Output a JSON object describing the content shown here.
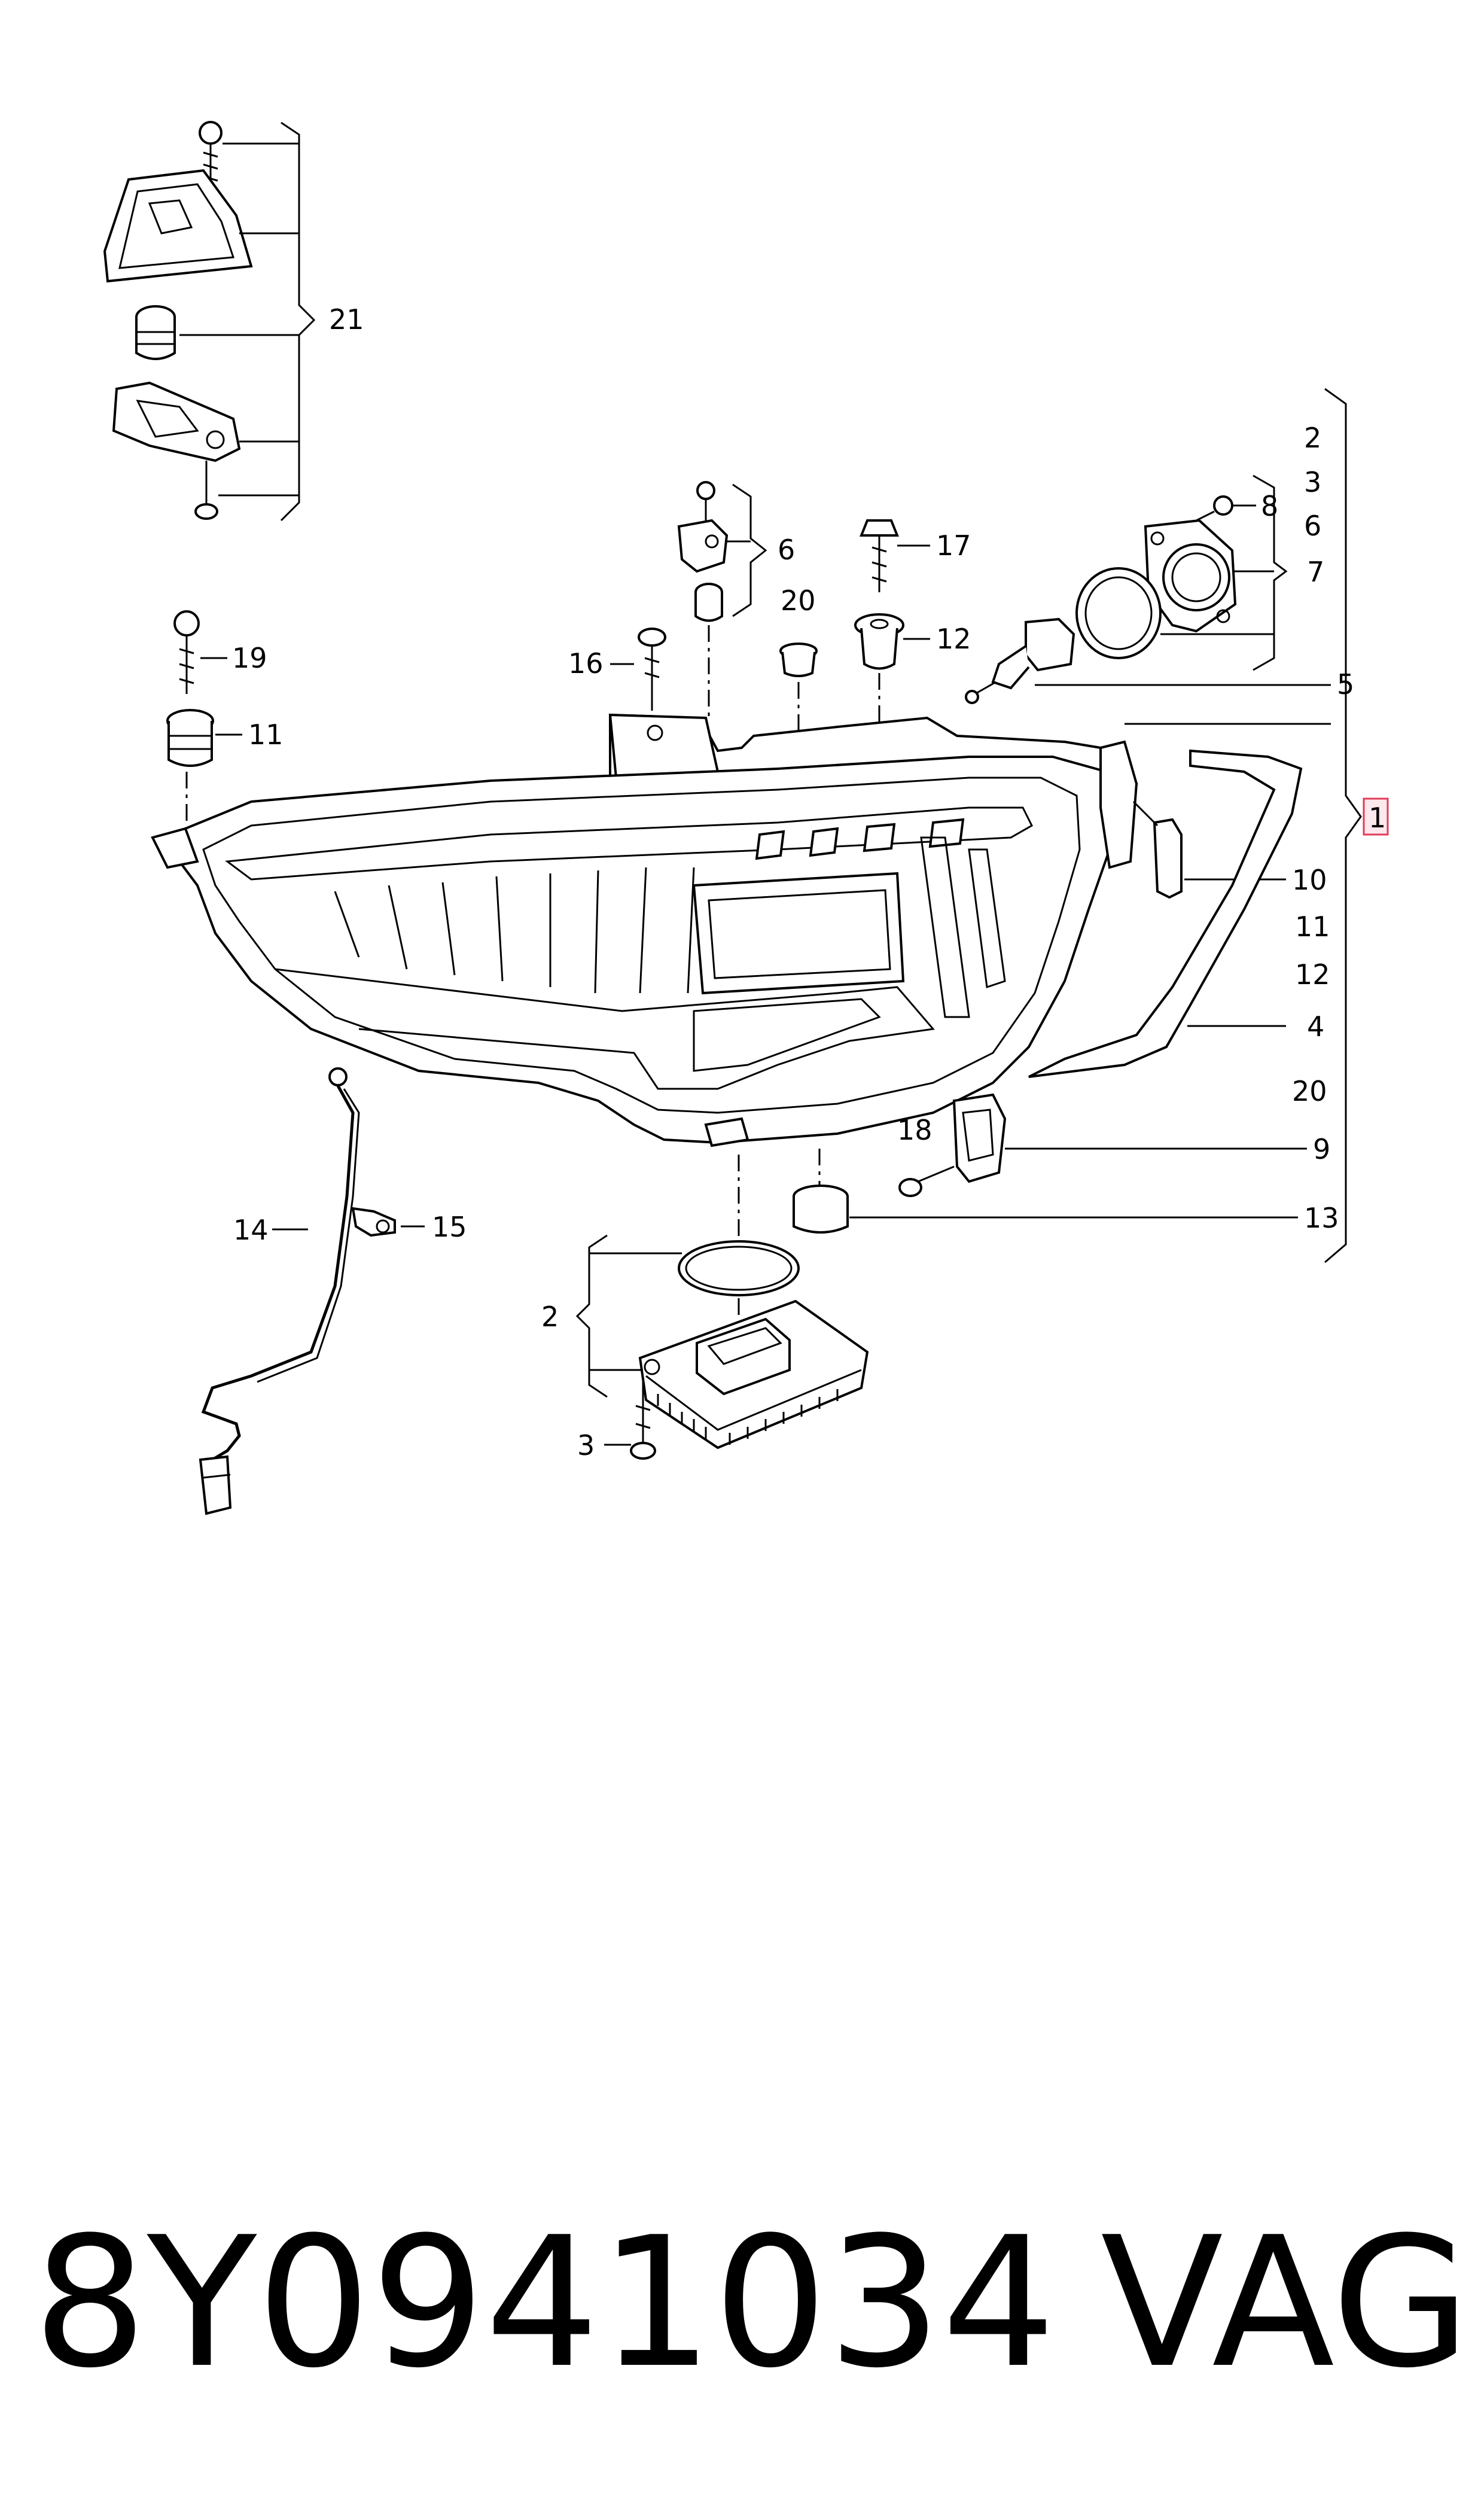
{
  "callouts": {
    "c21": "21",
    "c6": "6",
    "c17": "17",
    "c8": "8",
    "c7": "7",
    "c20a": "20",
    "c12a": "12",
    "c19": "19",
    "c16": "16",
    "c11a": "11",
    "c5": "5",
    "c1": "1",
    "c10": "10",
    "c4": "4",
    "c18": "18",
    "c9": "9",
    "c13": "13",
    "c14": "14",
    "c15": "15",
    "c2": "2",
    "c3": "3"
  },
  "kit_list": [
    "2",
    "3",
    "6",
    "7",
    "11",
    "12",
    "20"
  ],
  "footer": {
    "part_number": "8Y0941034",
    "brand": "VAG"
  }
}
